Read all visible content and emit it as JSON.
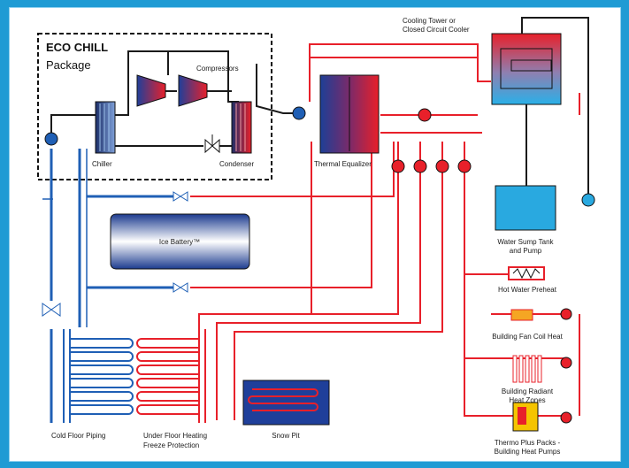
{
  "package": {
    "title_bold": "ECO CHILL",
    "title_sub": "Package"
  },
  "labels": {
    "compressors": "Compressors",
    "chiller": "Chiller",
    "condenser": "Condenser",
    "thermal_equalizer": "Thermal Equalizer",
    "cooling_tower_1": "Cooling Tower or",
    "cooling_tower_2": "Closed Circuit Cooler",
    "water_sump_1": "Water Sump Tank",
    "water_sump_2": "and Pump",
    "ice_battery": "Ice Battery™",
    "hot_water_preheat": "Hot Water Preheat",
    "fan_coil": "Building Fan Coil Heat",
    "radiant_1": "Building Radiant",
    "radiant_2": "Heat Zones",
    "thermo_1": "Thermo Plus Packs -",
    "thermo_2": "Building Heat Pumps",
    "cold_floor": "Cold Floor Piping",
    "under_floor_1": "Under Floor Heating",
    "under_floor_2": "Freeze Protection",
    "snow_pit": "Snow Pit"
  },
  "colors": {
    "hot": "#e8202a",
    "cold": "#1f5fb5",
    "dark": "#1a1a1a",
    "frame": "#1f9bd4",
    "water": "#29a9e0"
  }
}
